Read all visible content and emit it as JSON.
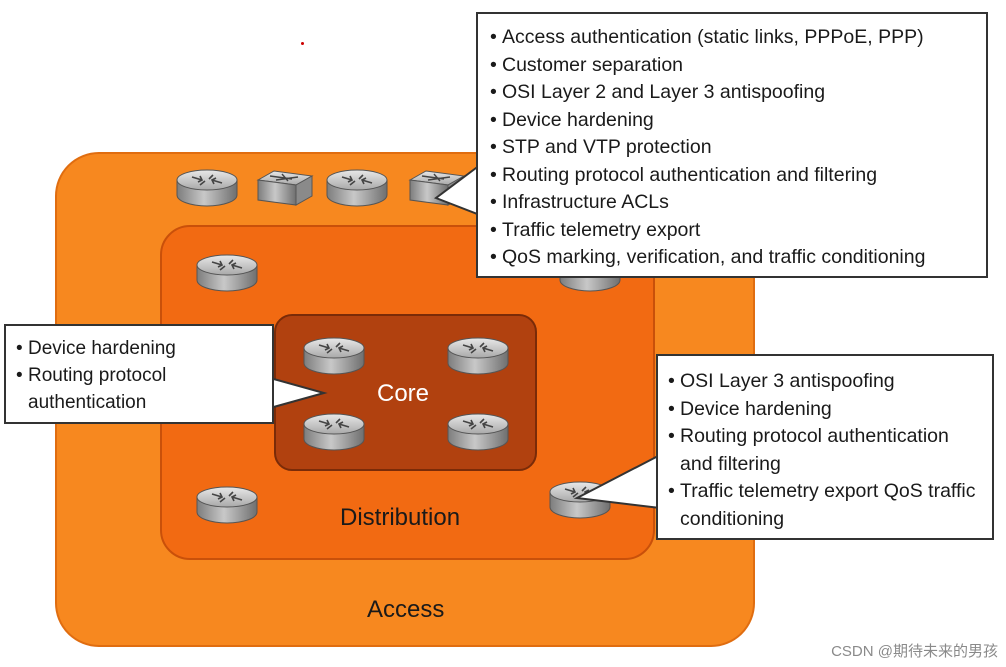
{
  "zones": {
    "access": "Access",
    "distribution": "Distribution",
    "core": "Core"
  },
  "callouts": {
    "access": [
      "Access authentication (static links, PPPoE, PPP)",
      "Customer separation",
      "OSI Layer 2 and Layer 3 antispoofing",
      "Device hardening",
      "STP and VTP protection",
      "Routing protocol authentication and filtering",
      "Infrastructure ACLs",
      "Traffic telemetry export",
      "QoS marking, verification, and traffic conditioning"
    ],
    "core": [
      "Device hardening",
      "Routing protocol authentication"
    ],
    "distribution": [
      "OSI Layer 3 antispoofing",
      "Device hardening",
      "Routing protocol authentication and filtering",
      "Traffic telemetry export QoS traffic conditioning"
    ]
  },
  "devices": {
    "router_icon": "router-icon",
    "switch_icon": "switch-icon"
  },
  "colors": {
    "access": "#f7881f",
    "distribution": "#f26a12",
    "core": "#b1410f"
  },
  "watermark": "CSDN @期待未来的男孩"
}
